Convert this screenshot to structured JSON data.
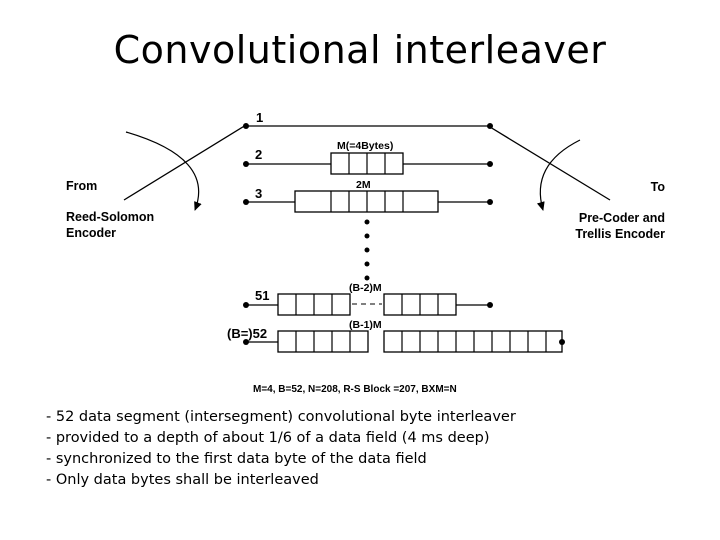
{
  "title": "Convolutional interleaver",
  "left_label": {
    "line1": "From",
    "line2": "Reed-Solomon",
    "line3": "Encoder"
  },
  "right_label": {
    "line1": "To",
    "line2": "Pre-Coder and",
    "line3": "Trellis Encoder"
  },
  "branches": {
    "b1": "1",
    "b2": "2",
    "b3": "3",
    "b51": "51",
    "b52": "(B=)52"
  },
  "delay_labels": {
    "m": "M(=4Bytes)",
    "two_m": "2M",
    "b_minus_2_m": "(B-2)M",
    "b_minus_1_m": "(B-1)M"
  },
  "parameters": "M=4, B=52, N=208, R-S Block =207, BXM=N",
  "bullets": [
    "- 52 data segment (intersegment) convolutional byte interleaver",
    "- provided to a depth of about 1/6 of a data field (4 ms deep)",
    "- synchronized to the first data byte of the data field",
    "- Only data bytes shall be interleaved"
  ]
}
